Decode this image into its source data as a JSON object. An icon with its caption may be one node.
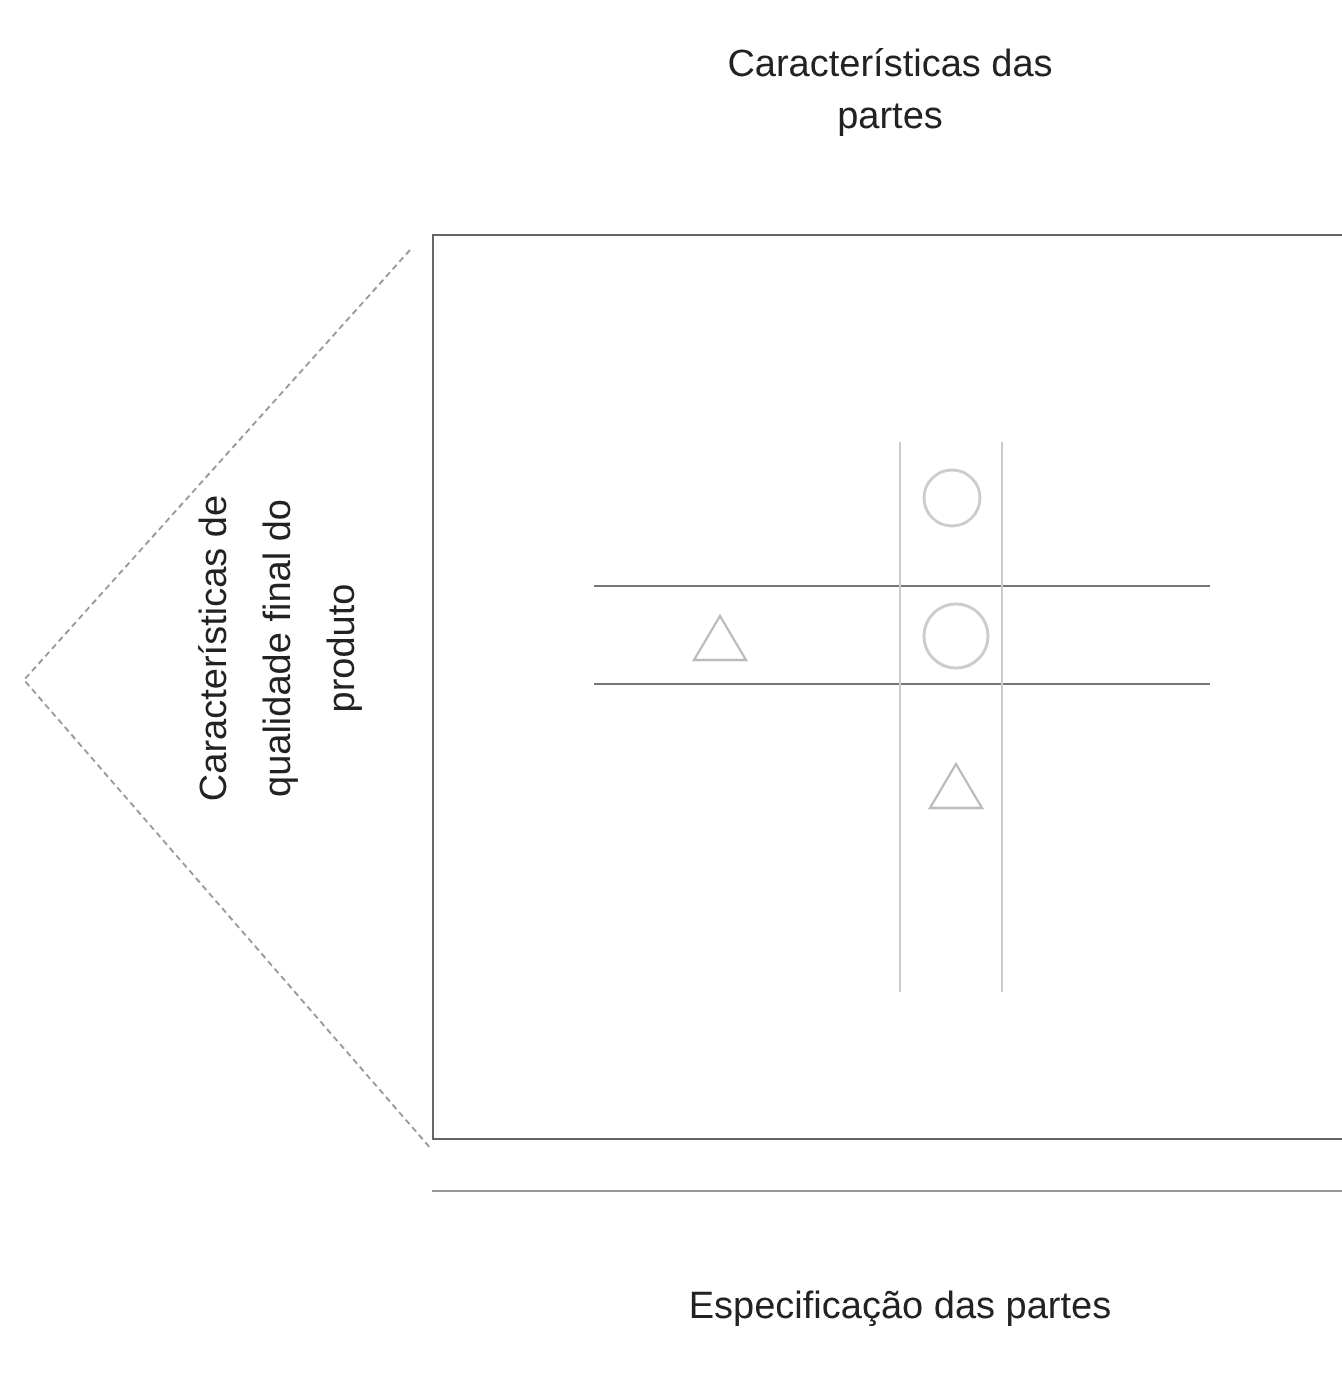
{
  "diagram": {
    "nodes": [
      {
        "text": [
          "Características de qualidade final do produto"
        ]
      },
      {
        "text": [],
        "shape": "box"
      }
    ],
    "labels": [
      "Características das partes",
      "Especificação das partes"
    ]
  }
}
